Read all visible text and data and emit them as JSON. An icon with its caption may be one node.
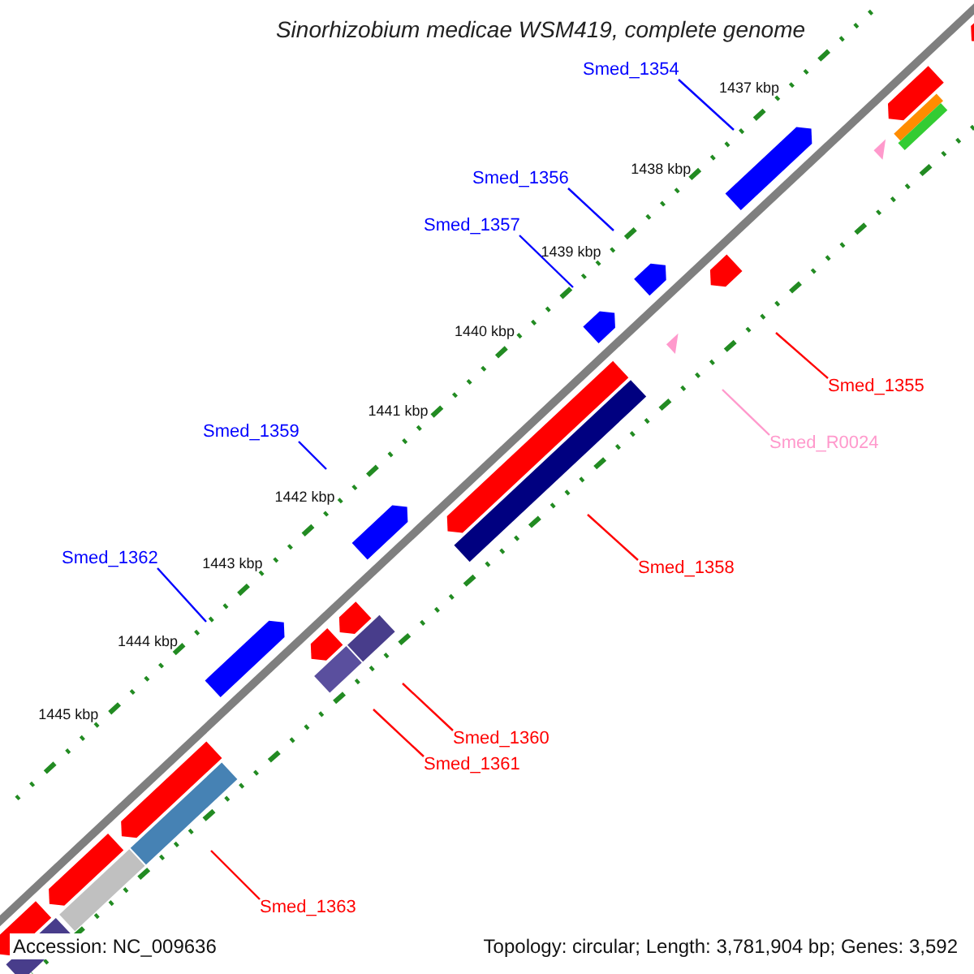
{
  "diagram": {
    "title": "Sinorhizobium medicae WSM419, complete genome",
    "nodes": [
      {
        "text": [
          "Smed_1354"
        ]
      },
      {
        "text": [
          "Smed_1356"
        ]
      },
      {
        "text": [
          "Smed_1357"
        ]
      },
      {
        "text": [
          "Smed_1355"
        ]
      },
      {
        "text": [
          "Smed_R0024"
        ]
      },
      {
        "text": [
          "Smed_1359"
        ]
      },
      {
        "text": [
          "Smed_1358"
        ]
      },
      {
        "text": [
          "Smed_1362"
        ]
      },
      {
        "text": [
          "Smed_1360"
        ]
      },
      {
        "text": [
          "Smed_1361"
        ]
      },
      {
        "text": [
          "Smed_1363"
        ]
      }
    ],
    "edges": [
      {
        "from": 0,
        "to": null,
        "arrow": "none",
        "color": "#0000ff"
      },
      {
        "from": 1,
        "to": null,
        "arrow": "none",
        "color": "#0000ff"
      },
      {
        "from": 2,
        "to": null,
        "arrow": "none",
        "color": "#0000ff"
      },
      {
        "from": 3,
        "to": null,
        "arrow": "none",
        "color": "#ff0000"
      },
      {
        "from": 4,
        "to": null,
        "arrow": "none",
        "color": "#ff99cc"
      },
      {
        "from": 5,
        "to": null,
        "arrow": "none",
        "color": "#0000ff"
      },
      {
        "from": 6,
        "to": null,
        "arrow": "none",
        "color": "#ff0000"
      },
      {
        "from": 7,
        "to": null,
        "arrow": "none",
        "color": "#0000ff"
      },
      {
        "from": 8,
        "to": null,
        "arrow": "none",
        "color": "#ff0000"
      },
      {
        "from": 9,
        "to": null,
        "arrow": "none",
        "color": "#ff0000"
      },
      {
        "from": 10,
        "to": null,
        "arrow": "none",
        "color": "#ff0000"
      }
    ],
    "labels": [
      "1437 kbp",
      "1438 kbp",
      "1439 kbp",
      "1440 kbp",
      "1441 kbp",
      "1442 kbp",
      "1443 kbp",
      "1444 kbp",
      "1445 kbp",
      "Accession: NC_009636",
      "Topology: circular; Length: 3,781,904 bp; Genes: 3,592"
    ]
  }
}
